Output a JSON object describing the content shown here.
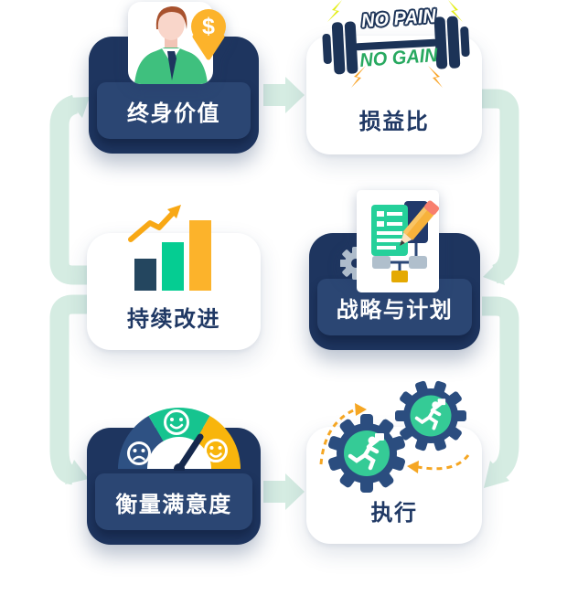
{
  "diagram": {
    "colors": {
      "navy": "#1e355f",
      "navy_pocket": "#2b4673",
      "mint_arrow": "#d5ece2",
      "green": "#16c48f",
      "yellow": "#f8b50c",
      "orange_bar": "#fcb32b",
      "accent_orange": "#f5a623",
      "no_gain_green": "#28a960",
      "text_on_navy": "#ffffff",
      "text_on_white": "#1f3864"
    },
    "nodes": [
      {
        "id": "lifetime-value",
        "label": "终身价值",
        "variant": "navy",
        "icon": "businessman-dollar-pin-icon",
        "icon_badge": "$"
      },
      {
        "id": "profit-loss-ratio",
        "label": "损益比",
        "variant": "white",
        "icon": "barbell-icon",
        "icon_text_top": "NO PAIN",
        "icon_text_bottom": "NO GAIN"
      },
      {
        "id": "continuous-improvement",
        "label": "持续改进",
        "variant": "white",
        "icon": "growth-bar-chart-icon"
      },
      {
        "id": "strategy-planning",
        "label": "战略与计划",
        "variant": "navy",
        "icon": "document-pencil-icon"
      },
      {
        "id": "measure-satisfaction",
        "label": "衡量满意度",
        "variant": "navy",
        "icon": "satisfaction-gauge-icon"
      },
      {
        "id": "execution",
        "label": "执行",
        "variant": "white",
        "icon": "gears-runners-icon"
      }
    ],
    "flows": [
      {
        "from": "lifetime-value",
        "to": "profit-loss-ratio"
      },
      {
        "from": "profit-loss-ratio",
        "to": "strategy-planning"
      },
      {
        "from": "strategy-planning",
        "to": "execution"
      },
      {
        "from": "measure-satisfaction",
        "to": "execution"
      },
      {
        "from": "continuous-improvement",
        "to": "lifetime-value"
      },
      {
        "from": "continuous-improvement",
        "to": "measure-satisfaction"
      }
    ]
  }
}
